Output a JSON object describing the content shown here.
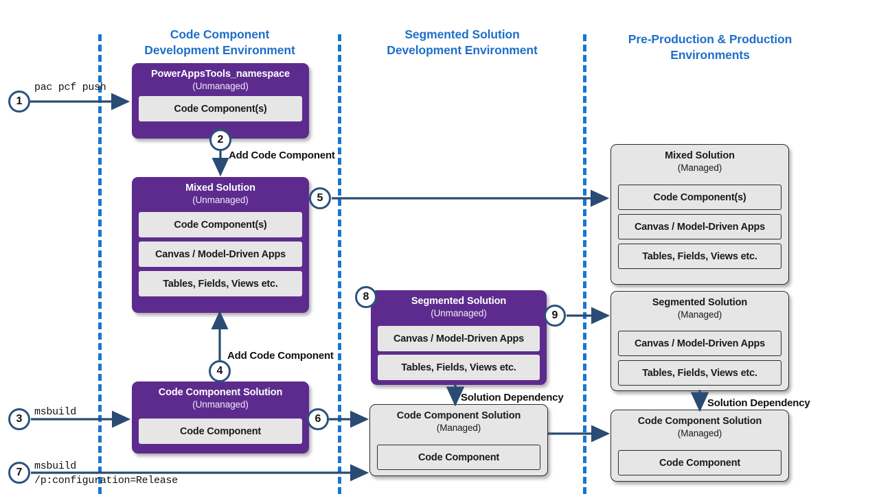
{
  "diagram": {
    "title": "Code component ALM flow",
    "accent_blue": "#1F6FC8",
    "purple": "#5D2B8E",
    "grey": "#E6E6E6",
    "arrow_color": "#2A4B73",
    "lane_divider_color": "#1976D2"
  },
  "lanes": [
    {
      "id": "code-component-dev",
      "line1": "Code Component",
      "line2": "Development Environment"
    },
    {
      "id": "segmented-solution-dev",
      "line1": "Segmented Solution",
      "line2": "Development Environment"
    },
    {
      "id": "pre-prod-prod",
      "line1": "Pre-Production & Production",
      "line2": "Environments"
    }
  ],
  "boxes": {
    "powerappstools": {
      "title": "PowerAppsTools_namespace",
      "subtitle": "(Unmanaged)",
      "items": [
        "Code Component(s)"
      ]
    },
    "mixed_unmanaged": {
      "title": "Mixed Solution",
      "subtitle": "(Unmanaged)",
      "items": [
        "Code Component(s)",
        "Canvas / Model-Driven Apps",
        "Tables, Fields, Views etc."
      ]
    },
    "code_component_solution_unmanaged": {
      "title": "Code Component Solution",
      "subtitle": "(Unmanaged)",
      "items": [
        "Code Component"
      ]
    },
    "segmented_unmanaged": {
      "title": "Segmented Solution",
      "subtitle": "(Unmanaged)",
      "items": [
        "Canvas / Model-Driven Apps",
        "Tables, Fields, Views etc."
      ]
    },
    "code_component_solution_managed_mid": {
      "title": "Code Component Solution",
      "subtitle": "(Managed)",
      "items": [
        "Code Component"
      ]
    },
    "mixed_managed": {
      "title": "Mixed Solution",
      "subtitle": "(Managed)",
      "items": [
        "Code Component(s)",
        "Canvas / Model-Driven Apps",
        "Tables, Fields, Views etc."
      ]
    },
    "segmented_managed": {
      "title": "Segmented Solution",
      "subtitle": "(Managed)",
      "items": [
        "Canvas / Model-Driven Apps",
        "Tables, Fields, Views etc."
      ]
    },
    "code_component_solution_managed_prod": {
      "title": "Code Component Solution",
      "subtitle": "(Managed)",
      "items": [
        "Code Component"
      ]
    }
  },
  "steps": [
    {
      "n": "1",
      "label": "pac pcf push"
    },
    {
      "n": "2",
      "label": "Add Code Component"
    },
    {
      "n": "3",
      "label": "msbuild"
    },
    {
      "n": "4",
      "label": "Add Code Component"
    },
    {
      "n": "5",
      "label": ""
    },
    {
      "n": "6",
      "label": ""
    },
    {
      "n": "7",
      "label": "msbuild\n/p:configuration=Release"
    },
    {
      "n": "8",
      "label": ""
    },
    {
      "n": "9",
      "label": ""
    }
  ],
  "commands": {
    "pac_pcf_push": "pac pcf push",
    "msbuild": "msbuild",
    "msbuild_release_line1": "msbuild",
    "msbuild_release_line2": "/p:configuration=Release"
  },
  "connector_labels": {
    "add_code_component_top": "Add Code Component",
    "add_code_component_bottom": "Add Code Component",
    "solution_dependency_mid": "Solution Dependency",
    "solution_dependency_prod": "Solution Dependency"
  }
}
